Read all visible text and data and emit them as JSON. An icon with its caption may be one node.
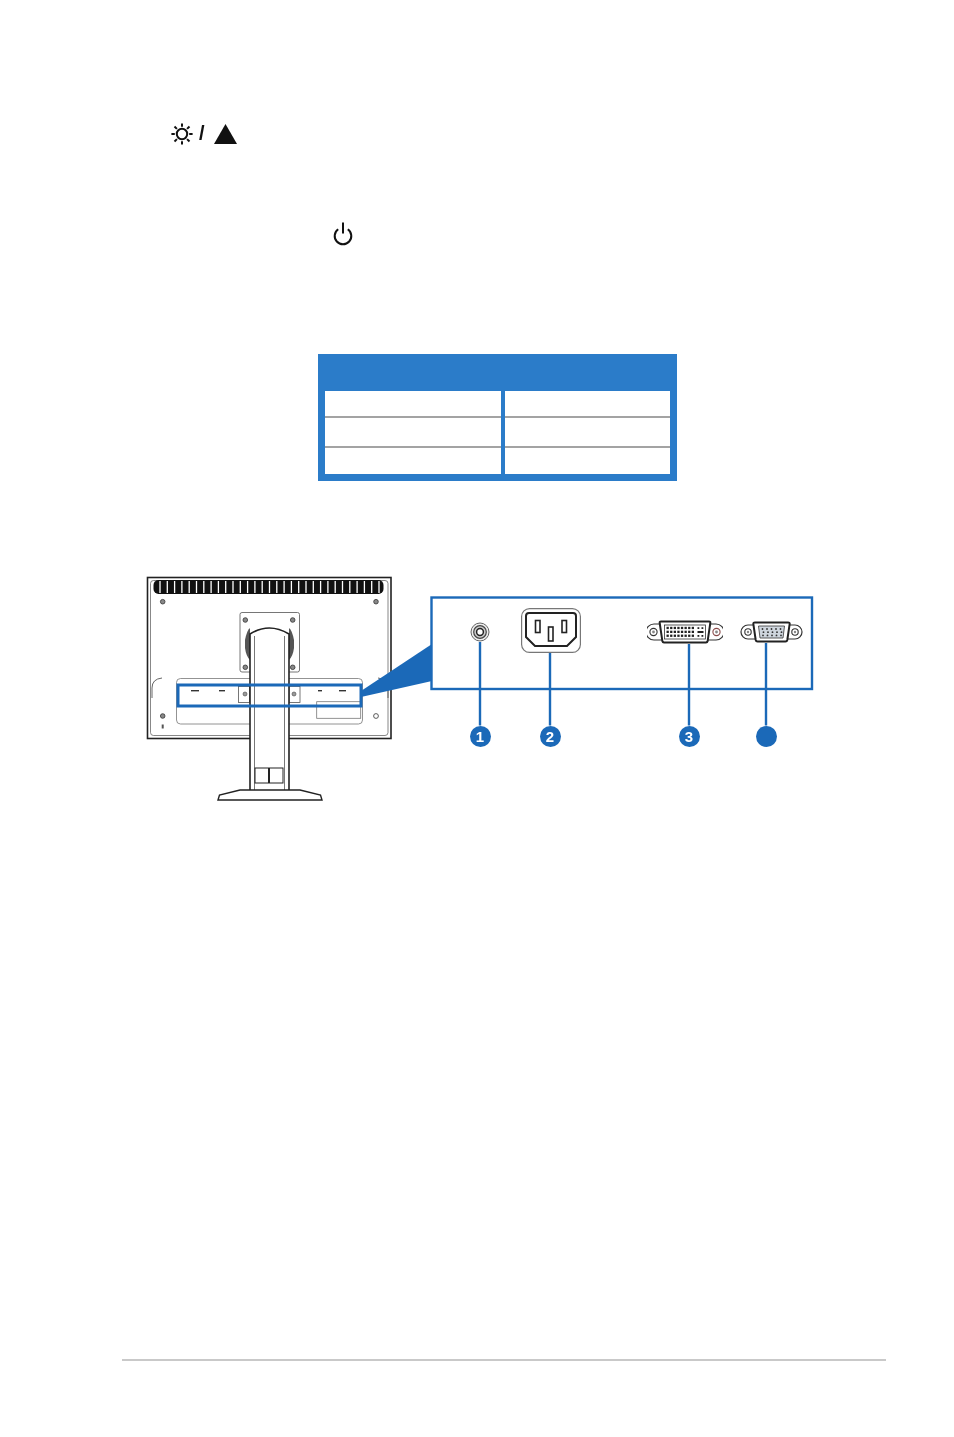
{
  "diagram": {
    "nodes": [
      {
        "text": [],
        "shape": "picture"
      },
      {
        "text": [],
        "shape": "picture"
      },
      {
        "text": [],
        "shape": "picture"
      },
      {
        "text": [],
        "shape": "picture"
      },
      {
        "text": [
          "1"
        ]
      },
      {
        "text": [
          "2"
        ]
      },
      {
        "text": [
          "3"
        ]
      },
      {
        "text": [],
        "shape": "circle"
      }
    ],
    "edges": [
      {
        "from": 4,
        "to": 0,
        "arrow": "none"
      },
      {
        "from": 5,
        "to": 1,
        "arrow": "none"
      },
      {
        "from": 6,
        "to": 2,
        "arrow": "none"
      },
      {
        "from": 7,
        "to": 3,
        "arrow": "none"
      }
    ],
    "labels": [
      "/"
    ]
  }
}
